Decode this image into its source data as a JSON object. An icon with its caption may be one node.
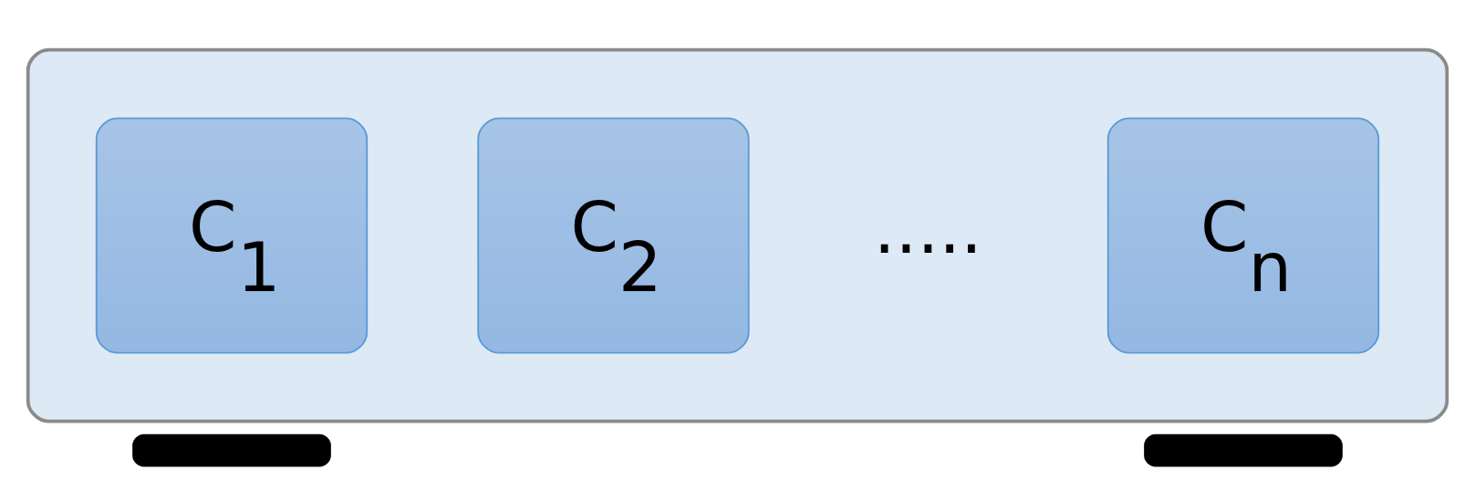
{
  "diagram": {
    "nodes": [
      {
        "text": [],
        "shape": "cloud"
      },
      {
        "text": [
          "C$_{1}$"
        ],
        "in": 0
      },
      {
        "text": [
          "C$_{2}$"
        ],
        "in": 0
      },
      {
        "text": [
          "C$_{n}$"
        ],
        "in": 0
      },
      {
        "text": [],
        "shape": "box"
      },
      {
        "text": [],
        "shape": "box"
      }
    ],
    "edges": [],
    "labels": [
      "....."
    ]
  }
}
